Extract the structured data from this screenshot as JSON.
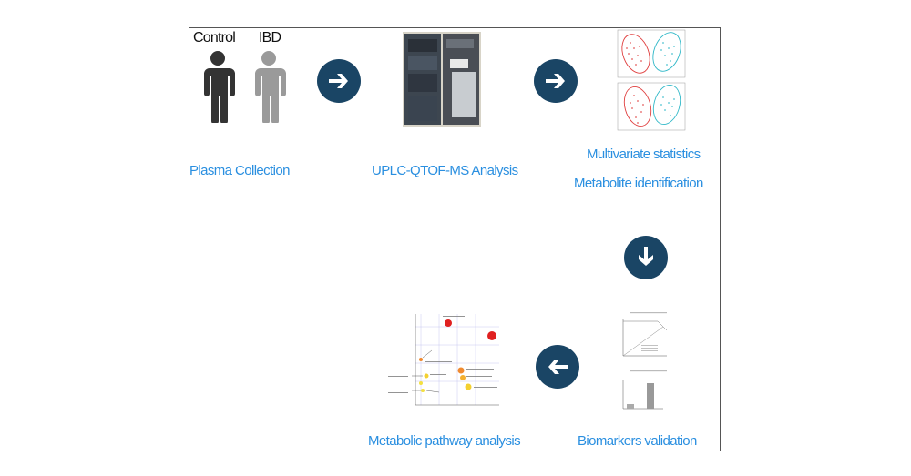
{
  "labels": {
    "control": "Control",
    "ibd": "IBD",
    "plasma_collection": "Plasma Collection",
    "uplc": "UPLC-QTOF-MS Analysis",
    "multivariate": "Multivariate statistics",
    "metabolite": "Metabolite identification",
    "biomarkers": "Biomarkers validation",
    "pathway": "Metabolic pathway analysis"
  },
  "colors": {
    "label_blue": "#2a8fe0",
    "arrow_navy": "#1a4565",
    "control_figure": "#333333",
    "ibd_figure": "#9a9a9a",
    "ibd_cluster": "#e04040",
    "control_cluster": "#30b8c8"
  },
  "icons": [
    "person-icon",
    "arrow-right-icon",
    "arrow-down-icon",
    "arrow-left-icon"
  ]
}
